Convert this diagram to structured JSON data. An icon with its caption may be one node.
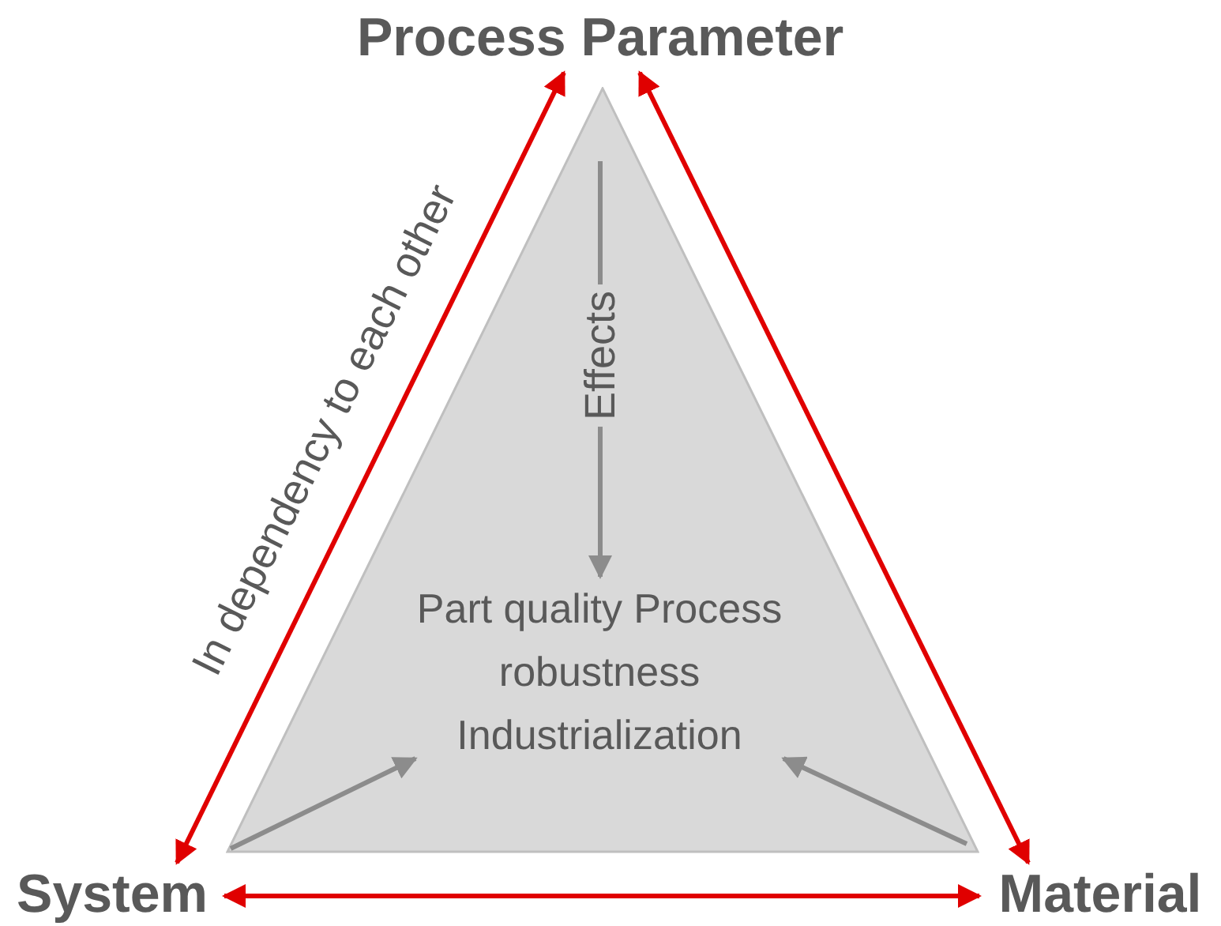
{
  "diagram": {
    "nodes": [
      {
        "text": [
          "Process Parameter"
        ]
      },
      {
        "text": [
          "System"
        ]
      },
      {
        "text": [
          "Material"
        ]
      },
      {
        "text": [],
        "shape": "triangle"
      },
      {
        "text": [
          "Part quality Process robustness Industrialization"
        ],
        "in": 3
      }
    ],
    "edges": [
      {
        "from": 1,
        "to": 0,
        "arrow": "both",
        "label": "In dependency to each other",
        "color": "#e00000"
      },
      {
        "from": 0,
        "to": 2,
        "arrow": "both",
        "color": "#e00000"
      },
      {
        "from": 1,
        "to": 2,
        "arrow": "both",
        "color": "#e00000"
      },
      {
        "from": null,
        "to": 4,
        "arrow": "to",
        "label": "Effects",
        "color": "#8c8c8c"
      },
      {
        "from": null,
        "to": 4,
        "arrow": "to",
        "color": "#8c8c8c"
      },
      {
        "from": null,
        "to": 4,
        "arrow": "to",
        "color": "#8c8c8c"
      }
    ]
  }
}
